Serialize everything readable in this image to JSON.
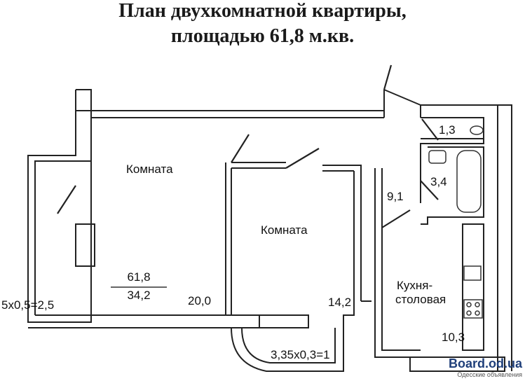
{
  "title": {
    "line1": "План двухкомнатной квартиры,",
    "line2": "площадью 61,8 м.кв."
  },
  "rooms": {
    "room1": "Комната",
    "room2": "Комната",
    "kitchen_line1": "Кухня-",
    "kitchen_line2": "столовая"
  },
  "areas": {
    "total": "61,8",
    "living": "34,2",
    "room1": "20,0",
    "room2": "14,2",
    "kitchen": "10,3",
    "hall": "9,1",
    "toilet": "1,3",
    "bathroom": "3,4",
    "balcony": "5х0,5=2,5",
    "loggia": "3,35х0,3=1"
  },
  "watermark": {
    "site": "Board.od.ua",
    "subtitle": "Одесские объявления"
  }
}
